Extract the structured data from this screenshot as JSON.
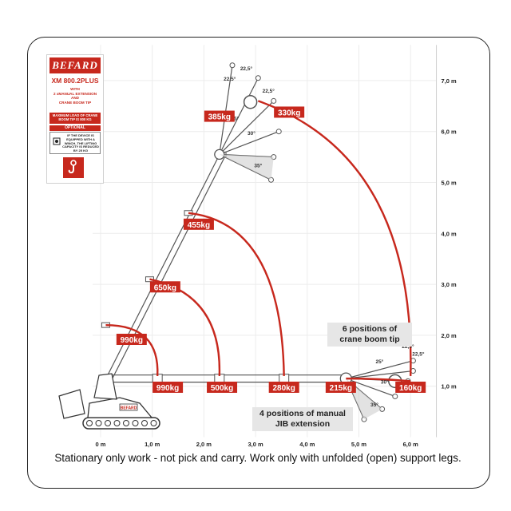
{
  "legend": {
    "brand": "BEFARD",
    "model": "XM 800.2PLUS",
    "with_lines": [
      "WITH",
      "2 xMANUAL EXTENSION",
      "AND",
      "CRANE BOOM TIP"
    ],
    "max_load": "MAXIMUM LOAD OF CRANE BOOM TIP IS 800 KG",
    "optional": "OPTIONAL",
    "optional_note": "IF THE DEVICE IS EQUIPPED WITH A WINCH, THE LIFTING CAPACITY IS REDUCED BY 25 KG",
    "hook_icon": "crane-hook-icon",
    "color": "#c7281d"
  },
  "axes": {
    "x_ticks": [
      "0 m",
      "1,0 m",
      "2,0 m",
      "3,0 m",
      "4,0 m",
      "5,0 m",
      "6,0 m"
    ],
    "y_ticks": [
      "1,0 m",
      "2,0 m",
      "3,0 m",
      "4,0 m",
      "5,0 m",
      "6,0 m",
      "7,0 m"
    ]
  },
  "loads": [
    {
      "label": "385kg",
      "x": 2.3,
      "y": 6.3
    },
    {
      "label": "330kg",
      "x": 3.65,
      "y": 6.38
    },
    {
      "label": "455kg",
      "x": 1.9,
      "y": 4.18
    },
    {
      "label": "650kg",
      "x": 1.25,
      "y": 2.95
    },
    {
      "label": "990kg",
      "x": 0.6,
      "y": 1.92
    },
    {
      "label": "990kg",
      "x": 1.3,
      "y": 0.98
    },
    {
      "label": "500kg",
      "x": 2.35,
      "y": 0.98
    },
    {
      "label": "280kg",
      "x": 3.55,
      "y": 0.98
    },
    {
      "label": "215kg",
      "x": 4.65,
      "y": 0.98
    },
    {
      "label": "160kg",
      "x": 6.0,
      "y": 0.98
    }
  ],
  "angles": [
    "22,5°",
    "22,5°",
    "22,5°",
    "25°",
    "30°",
    "35°",
    "22,5°",
    "22,5°",
    "25°",
    "30°",
    "35°"
  ],
  "notes": {
    "crane_tip": "6 positions of crane boom tip",
    "jib": "4 positions of manual JIB extension"
  },
  "machine_label": "BEFARD",
  "caption": "Stationary only work - not pick and carry. Work only with unfolded (open) support legs."
}
